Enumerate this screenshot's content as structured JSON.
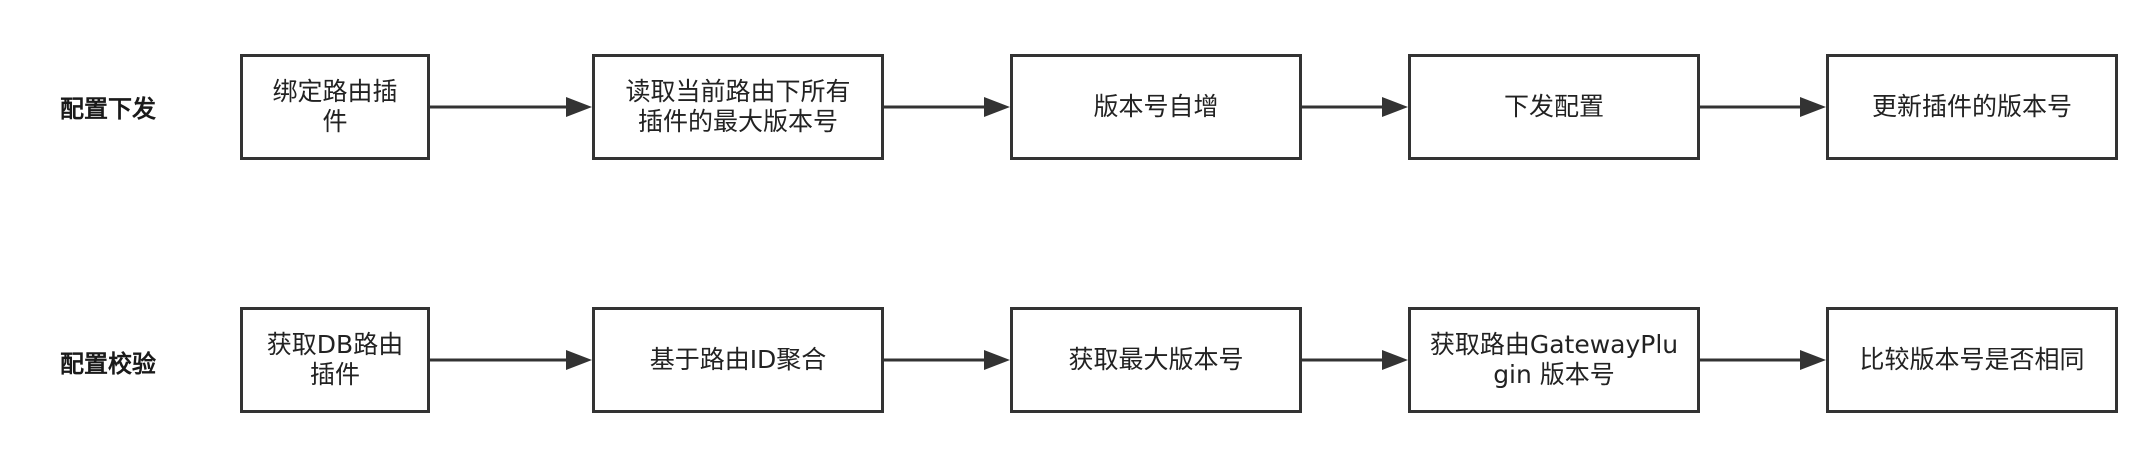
{
  "rows": [
    {
      "label": "配置下发",
      "steps": [
        "绑定路由插件",
        "读取当前路由下所有插件的最大版本号",
        "版本号自增",
        "下发配置",
        "更新插件的版本号"
      ]
    },
    {
      "label": "配置校验",
      "steps": [
        "获取DB路由插件",
        "基于路由ID聚合",
        "获取最大版本号",
        "获取路由GatewayPlugin 版本号",
        "比较版本号是否相同"
      ]
    }
  ],
  "colors": {
    "stroke": "#333333",
    "background": "#ffffff",
    "text": "#222222"
  }
}
